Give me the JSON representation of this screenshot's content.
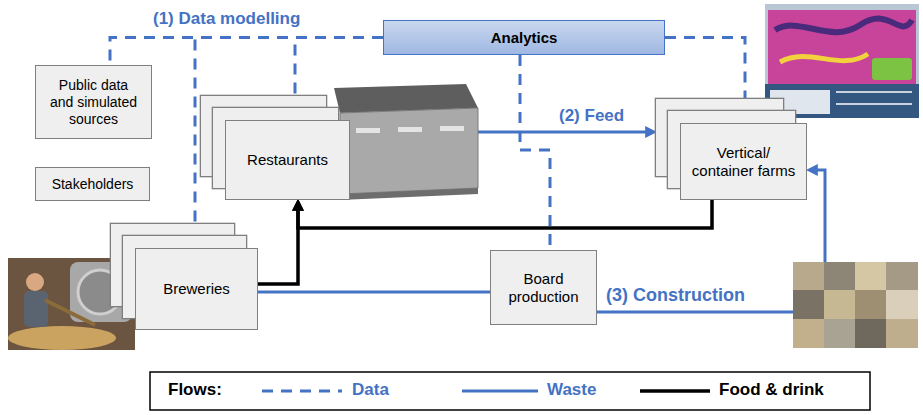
{
  "diagram": {
    "nodes": [
      {
        "text": [
          "Analytics"
        ]
      },
      {
        "text": [
          "Public data and simulated sources"
        ]
      },
      {
        "text": [
          "Stakeholders"
        ]
      },
      {
        "text": [
          "Restaurants"
        ]
      },
      {
        "text": [
          "Vertical/ container farms"
        ]
      },
      {
        "text": [
          "Breweries"
        ]
      },
      {
        "text": [
          "Board production"
        ]
      }
    ],
    "edges": [
      {
        "from": 0,
        "to": 1,
        "arrow": "none",
        "label": "(1) Data modelling"
      },
      {
        "from": 0,
        "to": 3,
        "arrow": "none"
      },
      {
        "from": 0,
        "to": 5,
        "arrow": "none"
      },
      {
        "from": 0,
        "to": 4,
        "arrow": "none"
      },
      {
        "from": 0,
        "to": 6,
        "arrow": "none"
      },
      {
        "from": 3,
        "to": 4,
        "arrow": "to",
        "label": "(2) Feed"
      },
      {
        "from": 5,
        "to": 6,
        "arrow": "none"
      },
      {
        "from": 6,
        "to": 4,
        "arrow": "to",
        "label": "(3) Construction"
      },
      {
        "from": 5,
        "to": 3,
        "arrow": "to"
      },
      {
        "from": 4,
        "to": 3,
        "arrow": "to"
      }
    ],
    "labels": [
      "Flows:"
    ],
    "legend": [
      {
        "text": "Data"
      },
      {
        "text": "Waste"
      },
      {
        "text": "Food & drink"
      }
    ]
  }
}
